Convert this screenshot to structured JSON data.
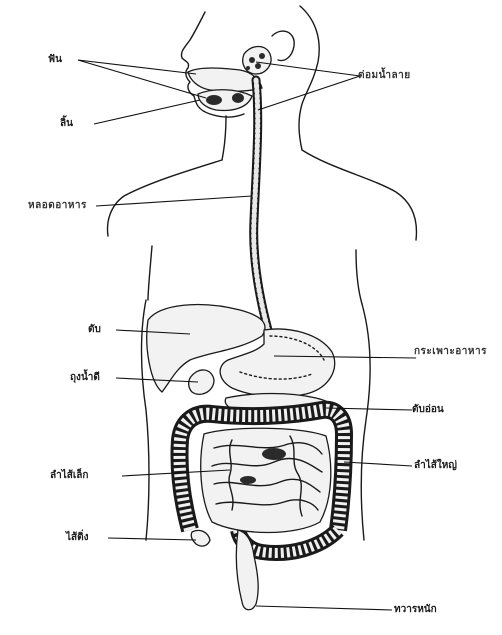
{
  "labels": {
    "teeth": "ฟัน",
    "salivary_glands": "ต่อมน้ำลาย",
    "tongue": "ลิ้น",
    "esophagus": "หลอดอาหาร",
    "liver": "ตับ",
    "stomach": "กระเพาะอาหาร",
    "gallbladder": "ถุงน้ำดี",
    "pancreas": "ตับอ่อน",
    "small_intestine": "ลำไส้เล็ก",
    "large_intestine": "ลำไส้ใหญ่",
    "appendix": "ไส้ติ่ง",
    "anus": "ทวารหนัก"
  }
}
